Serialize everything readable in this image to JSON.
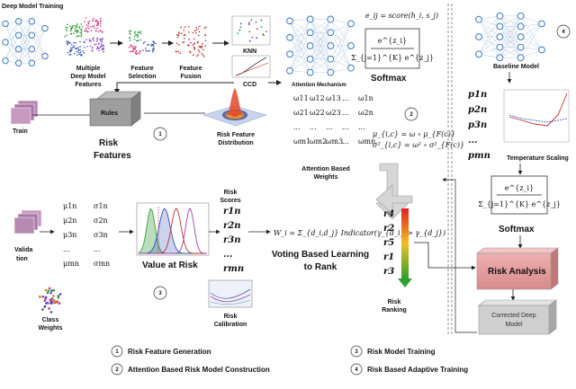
{
  "stages": {
    "deep_model_training": "Deep Model Training",
    "multiple_features": [
      "Multiple",
      "Deep Model",
      "Features"
    ],
    "feature_selection": [
      "Feature",
      "Selection"
    ],
    "feature_fusion": [
      "Feature",
      "Fusion"
    ],
    "knn": "KNN",
    "ccd": "CCD",
    "train": "Train",
    "rules": "Rules",
    "risk_features": [
      "Risk",
      "Features"
    ],
    "risk_feature_distribution": [
      "Risk Feature",
      "Distribution"
    ],
    "attention_mechanism": "Attention Mechanism",
    "softmax_left": "Softmax",
    "attention_based_weights": [
      "Attention Based",
      "Weights"
    ],
    "validation": [
      "Valida",
      "tion"
    ],
    "class_weights": [
      "Class",
      "Weights"
    ],
    "value_at_risk": "Value at Risk",
    "risk_scores": [
      "Risk",
      "Scores"
    ],
    "risk_calibration": [
      "Risk",
      "Calibration"
    ],
    "voting": [
      "Voting Based Learning",
      "to Rank"
    ],
    "risk_ranking": [
      "Risk",
      "Ranking"
    ],
    "baseline_model": "Baseline Model",
    "temperature_scaling": "Temperature Scaling",
    "softmax_right": "Softmax",
    "risk_analysis": "Risk Analysis",
    "corrected_model": [
      "Corrected Deep",
      "Model"
    ]
  },
  "formulas": {
    "score": "e_ij = score(h_i, s_j)",
    "softmax_num": "e^{z_i}",
    "softmax_den": "Σ_{j=1}^{K} e^{z_j}",
    "mu": "μ_{i,c} = ω ∘ μ_{F(c)}",
    "sigma": "σ²_{i,c} = ω² ∘ σ²_{F(c)}",
    "voting": "W_i = Σ_{d_i,d_j} Indicator(γ_{d_i} > γ_{d_j})",
    "softmax_right_num": "e^{z_i}",
    "softmax_right_den": "Σ_{j=1}^{K} e^{z_j}"
  },
  "weights_matrix": [
    [
      "ω11",
      "ω12",
      "ω13",
      "...",
      "ω1n"
    ],
    [
      "ω21",
      "ω22",
      "ω23",
      "...",
      "ω2n"
    ],
    [
      "...",
      "...",
      "...",
      "...",
      "..."
    ],
    [
      "ωm1",
      "ωm2",
      "ωm3",
      "...",
      "ωmn"
    ]
  ],
  "mu_sigma": [
    [
      "μ1n",
      "σ1n"
    ],
    [
      "μ2n",
      "σ2n"
    ],
    [
      "μ3n",
      "σ3n"
    ],
    [
      "...",
      "..."
    ],
    [
      "μmn",
      "σmn"
    ]
  ],
  "risk_scores": [
    "r1n",
    "r2n",
    "r3n",
    "...",
    "rmn"
  ],
  "ranking": [
    "r4",
    "r2",
    "r5",
    "r1",
    "r3"
  ],
  "probabilities": [
    "p1n",
    "p2n",
    "p3n",
    "...",
    "pmn"
  ],
  "step_numbers": [
    "1",
    "2",
    "3",
    "4"
  ],
  "legend": [
    {
      "num": "1",
      "label": "Risk Feature Generation"
    },
    {
      "num": "2",
      "label": "Attention Based Risk Model Construction"
    },
    {
      "num": "3",
      "label": "Risk Model Training"
    },
    {
      "num": "4",
      "label": "Risk Based Adaptive Training"
    }
  ],
  "colors": {
    "network_node": "#3b78c4",
    "network_edge": "#9bb6d8",
    "rules_box": "#9e9e9e",
    "risk_analysis_box": "#e8a3a3",
    "corrected_box": "#cfcfcf",
    "arrow_grey": "#cfcfcf",
    "ranking_top": "#e02020",
    "ranking_bottom": "#2ea02e",
    "divider": "#666666"
  }
}
